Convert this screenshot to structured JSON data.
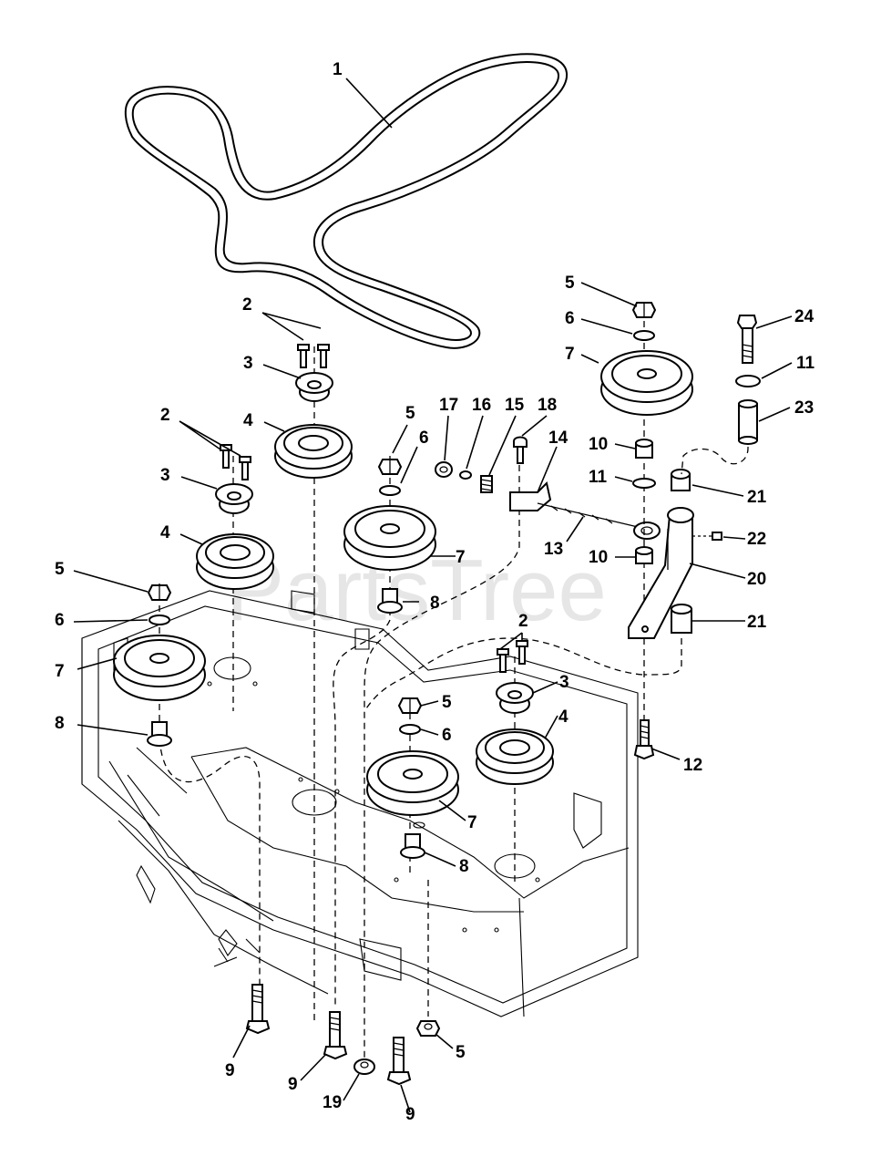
{
  "watermark": "PartsTree",
  "callouts": {
    "c1": "1",
    "c2a": "2",
    "c2b": "2",
    "c2c": "2",
    "c3a": "3",
    "c3b": "3",
    "c3c": "3",
    "c4a": "4",
    "c4b": "4",
    "c4c": "4",
    "c5a": "5",
    "c5b": "5",
    "c5c": "5",
    "c5d": "5",
    "c5e": "5",
    "c6a": "6",
    "c6b": "6",
    "c6c": "6",
    "c6d": "6",
    "c7a": "7",
    "c7b": "7",
    "c7c": "7",
    "c7d": "7",
    "c8a": "8",
    "c8b": "8",
    "c8c": "8",
    "c9a": "9",
    "c9b": "9",
    "c9c": "9",
    "c10a": "10",
    "c10b": "10",
    "c11a": "11",
    "c11b": "11",
    "c12": "12",
    "c13": "13",
    "c14": "14",
    "c15": "15",
    "c16": "16",
    "c17": "17",
    "c18": "18",
    "c19": "19",
    "c20": "20",
    "c21a": "21",
    "c21b": "21",
    "c22": "22",
    "c23": "23",
    "c24": "24"
  }
}
